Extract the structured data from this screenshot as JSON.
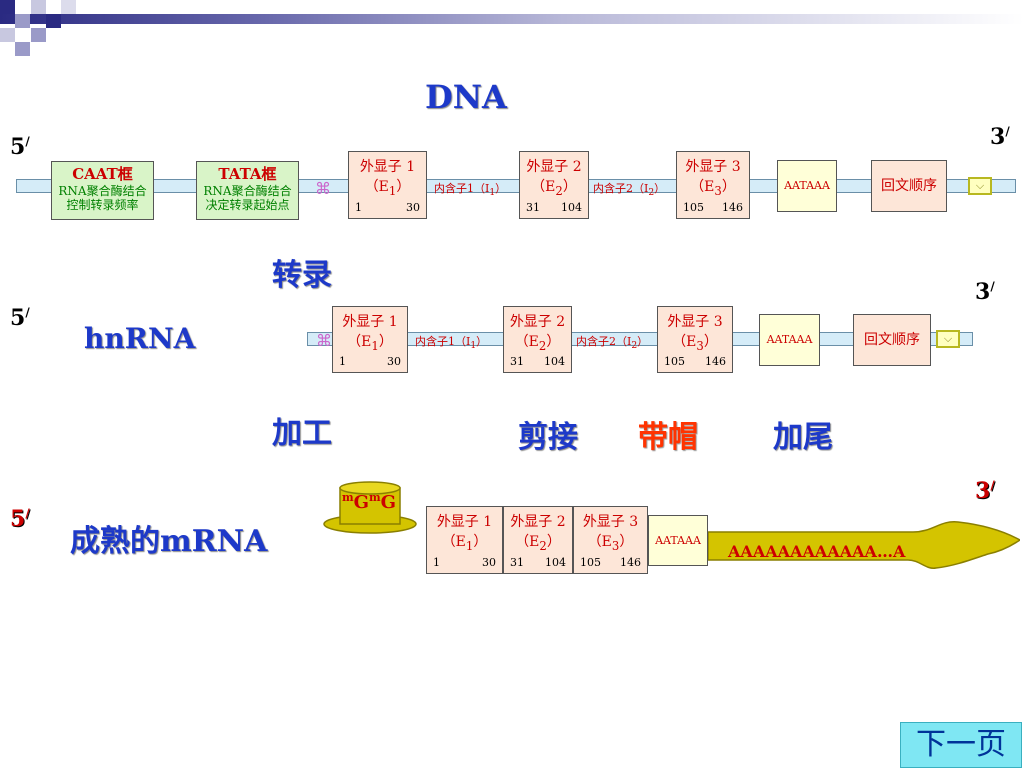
{
  "title": "DNA",
  "steps": {
    "transcription": "转录",
    "processing": "加工",
    "splicing": "剪接",
    "capping": "帽",
    "capping_prefix": "带",
    "tailing": "加尾"
  },
  "ends": {
    "five": "5",
    "three": "3",
    "prime": "/"
  },
  "dna": {
    "caat": {
      "title": "CAAT框",
      "line1": "RNA聚合酶结合",
      "line2": "控制转录频率"
    },
    "tata": {
      "title": "TATA框",
      "line1": "RNA聚合酶结合",
      "line2": "决定转录起始点"
    },
    "start_symbol": "⌘"
  },
  "exons": [
    {
      "name": "外显子 1",
      "code": "（E",
      "sub": "1",
      "close": "）",
      "start": "1",
      "end": "30"
    },
    {
      "name": "外显子 2",
      "code": "（E",
      "sub": "2",
      "close": "）",
      "start": "31",
      "end": "104"
    },
    {
      "name": "外显子 3",
      "code": "（E",
      "sub": "3",
      "close": "）",
      "start": "105",
      "end": "146"
    }
  ],
  "introns": [
    {
      "label": "内含子1（I",
      "sub": "1",
      "close": "）"
    },
    {
      "label": "内含子2（I",
      "sub": "2",
      "close": "）"
    }
  ],
  "signal": "AATAAA",
  "palindrome": "回文顺序",
  "hnrna_label": "hnRNA",
  "mrna": {
    "label": "成熟的mRNA",
    "cap_m1": "m",
    "cap_g1": "G",
    "cap_m2": "m",
    "cap_g2": "G",
    "polyA": "AAAAAAAAAAAA…A"
  },
  "next_button": "下一页",
  "colors": {
    "heading_blue": "#1d39c9",
    "exon_fill": "#fde6d8",
    "red_text": "#cc0000",
    "next_bg": "#7fe7f3"
  }
}
